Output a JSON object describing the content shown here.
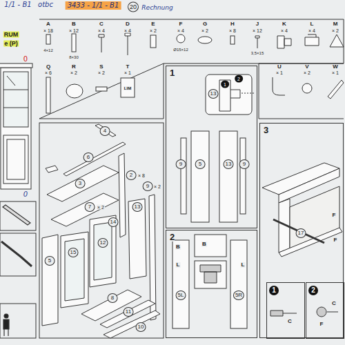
{
  "diagram": {
    "nodes": [
      {
        "text": [
          "1"
        ]
      },
      {
        "text": [
          "2"
        ]
      },
      {
        "text": [
          "3"
        ]
      },
      {
        "text": [
          "1"
        ],
        "in": 2
      },
      {
        "text": [
          "2"
        ],
        "in": 2
      }
    ],
    "labels": [
      "1/1 - B1",
      "otbc",
      "3433 - 1/1 - B1",
      "20",
      "Rechnung",
      "RUM",
      "e (P)",
      "0",
      "0",
      "A",
      "× 18",
      "B",
      "× 12",
      "C",
      "× 4",
      "D",
      "× 4",
      "E",
      "× 2",
      "F",
      "× 4",
      "G",
      "× 2",
      "H",
      "× 8",
      "J",
      "× 12",
      "K",
      "× 4",
      "L",
      "× 4",
      "M",
      "× 2",
      "4×12",
      "8×30",
      "Ø15×12",
      "3,5×15",
      "Q",
      "× 6",
      "R",
      "× 2",
      "S",
      "× 2",
      "T",
      "× 1",
      "U",
      "× 1",
      "V",
      "× 2",
      "W",
      "× 1",
      "LIM",
      "4",
      "6",
      "3",
      "2",
      "× 8",
      "7",
      "× 2",
      "9",
      "× 2",
      "14",
      "13",
      "12",
      "15",
      "5",
      "8",
      "11",
      "10",
      "13",
      "1",
      "2",
      "9",
      "5",
      "13",
      "9",
      "B",
      "L",
      "5L",
      "B",
      "L",
      "5R",
      "17",
      "F",
      "F",
      "C",
      "F",
      "C"
    ]
  }
}
